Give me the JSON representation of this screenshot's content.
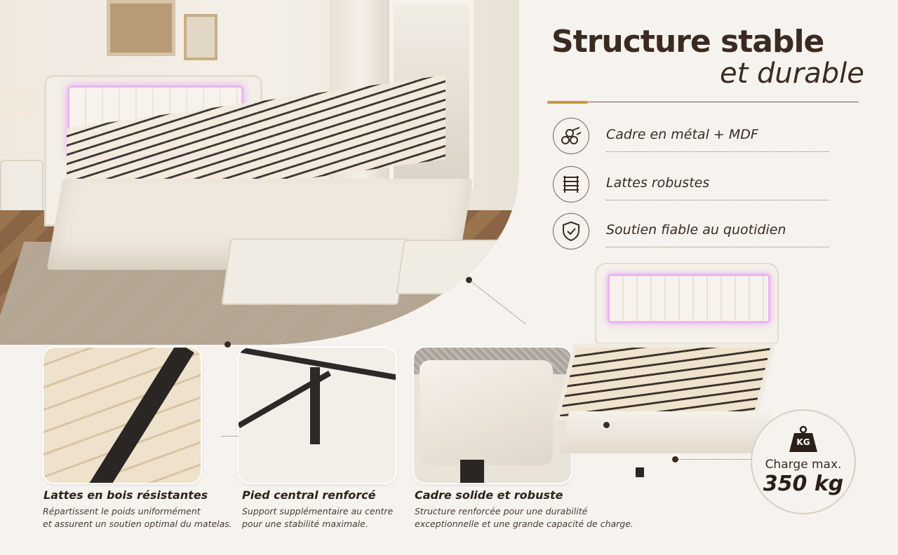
{
  "title": {
    "main": "Structure stable",
    "sub": "et durable"
  },
  "features": [
    {
      "label": "Cadre en métal + MDF",
      "icon": "pipes-icon"
    },
    {
      "label": "Lattes robustes",
      "icon": "slats-icon"
    },
    {
      "label": "Soutien fiable au quotidien",
      "icon": "shield-check-icon"
    }
  ],
  "details": [
    {
      "title": "Lattes en bois résistantes",
      "line1": "Répartissent le poids uniformément",
      "line2": "et assurent un soutien optimal du matelas."
    },
    {
      "title": "Pied central renforcé",
      "line1": "Support supplémentaire au centre",
      "line2": "pour une stabilité maximale."
    },
    {
      "title": "Cadre solide et robuste",
      "line1": "Structure renforcée pour une durabilité",
      "line2": "exceptionnelle et une grande capacité de charge."
    }
  ],
  "charge": {
    "icon_text": "KG",
    "label": "Charge max.",
    "value": "350 kg"
  },
  "colors": {
    "background": "#f6f3ef",
    "text": "#3a2a20",
    "accent_gold": "#c49a3f",
    "led": "#e9b7ef"
  }
}
